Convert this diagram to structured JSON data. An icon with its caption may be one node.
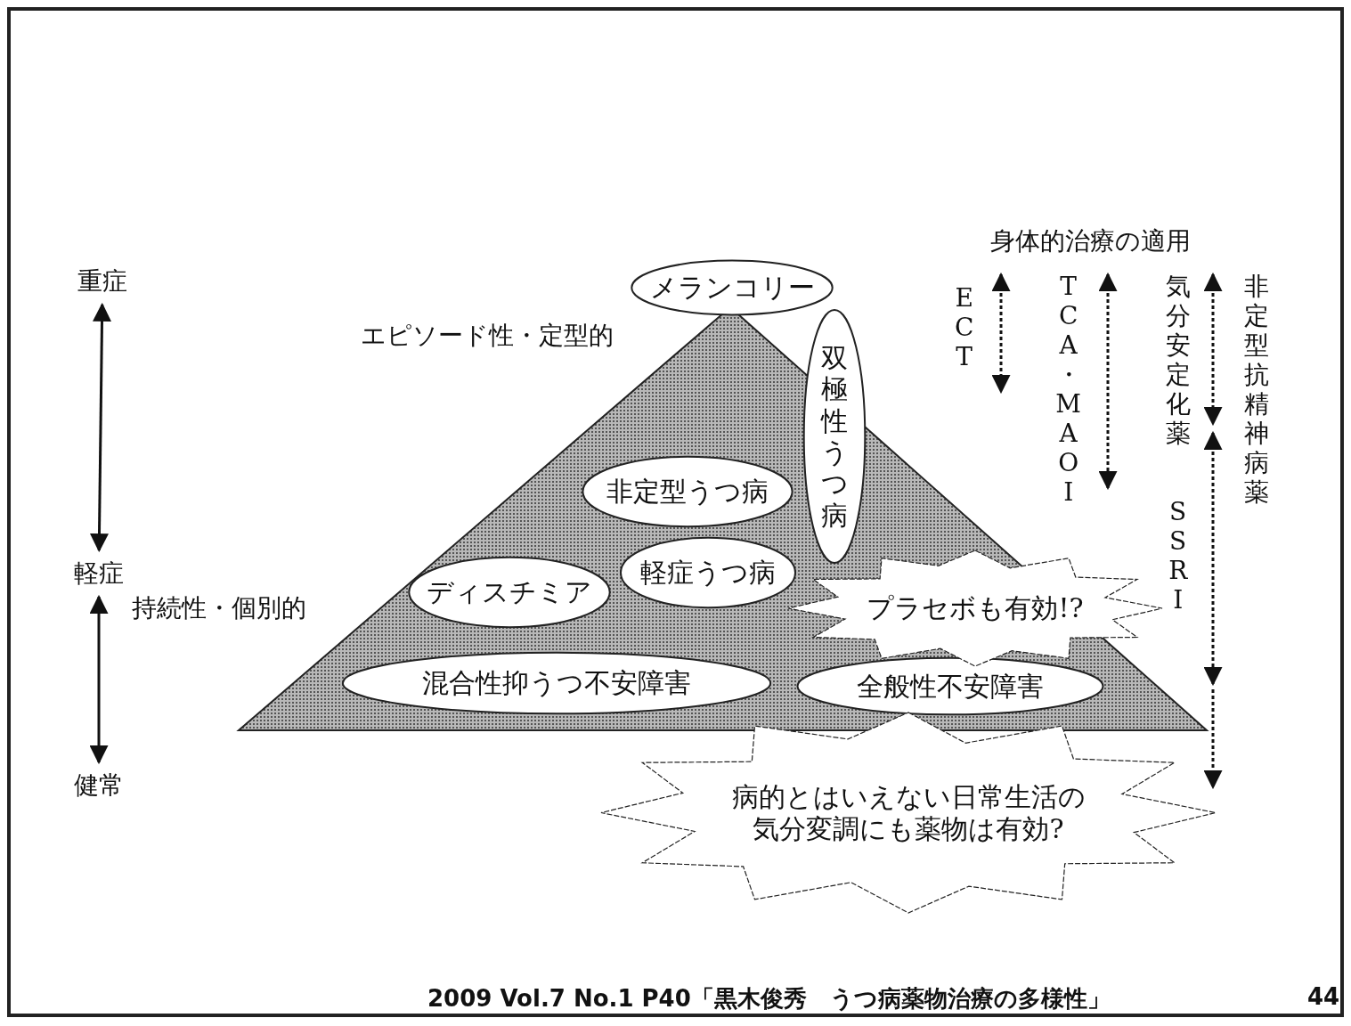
{
  "diagram": {
    "caption": "2009 Vol.7 No.1 P40「黒木俊秀　うつ病薬物治療の多様性」",
    "nodes": [
      {
        "text": [
          "重症"
        ]
      },
      {
        "text": [
          "軽症"
        ]
      },
      {
        "text": [
          "健常"
        ]
      },
      {
        "text": [
          "メランコリー"
        ]
      },
      {
        "text": [
          "双極性うつ病"
        ]
      },
      {
        "text": [
          "非定型うつ病"
        ]
      },
      {
        "text": [
          "軽症うつ病"
        ]
      },
      {
        "text": [
          "ディスチミア"
        ]
      },
      {
        "text": [
          "混合性抑うつ不安障害"
        ]
      },
      {
        "text": [
          "全般性不安障害"
        ]
      },
      {
        "text": [
          "プラセボも有効!?"
        ]
      },
      {
        "text": [
          "病的とはいえない日常生活の気分変調にも薬物は有効?"
        ]
      }
    ],
    "edges": [
      {
        "from": 0,
        "to": 1,
        "arrow": "both"
      },
      {
        "from": 1,
        "to": 2,
        "arrow": "both"
      }
    ],
    "labels": [
      "エピソード性・定型的",
      "持続性・個別的",
      "身体的治療の適用",
      "ECT",
      "TCA・MAOI",
      "気分安定化薬",
      "非定型抗精神病薬",
      "SSRI",
      "44"
    ]
  }
}
